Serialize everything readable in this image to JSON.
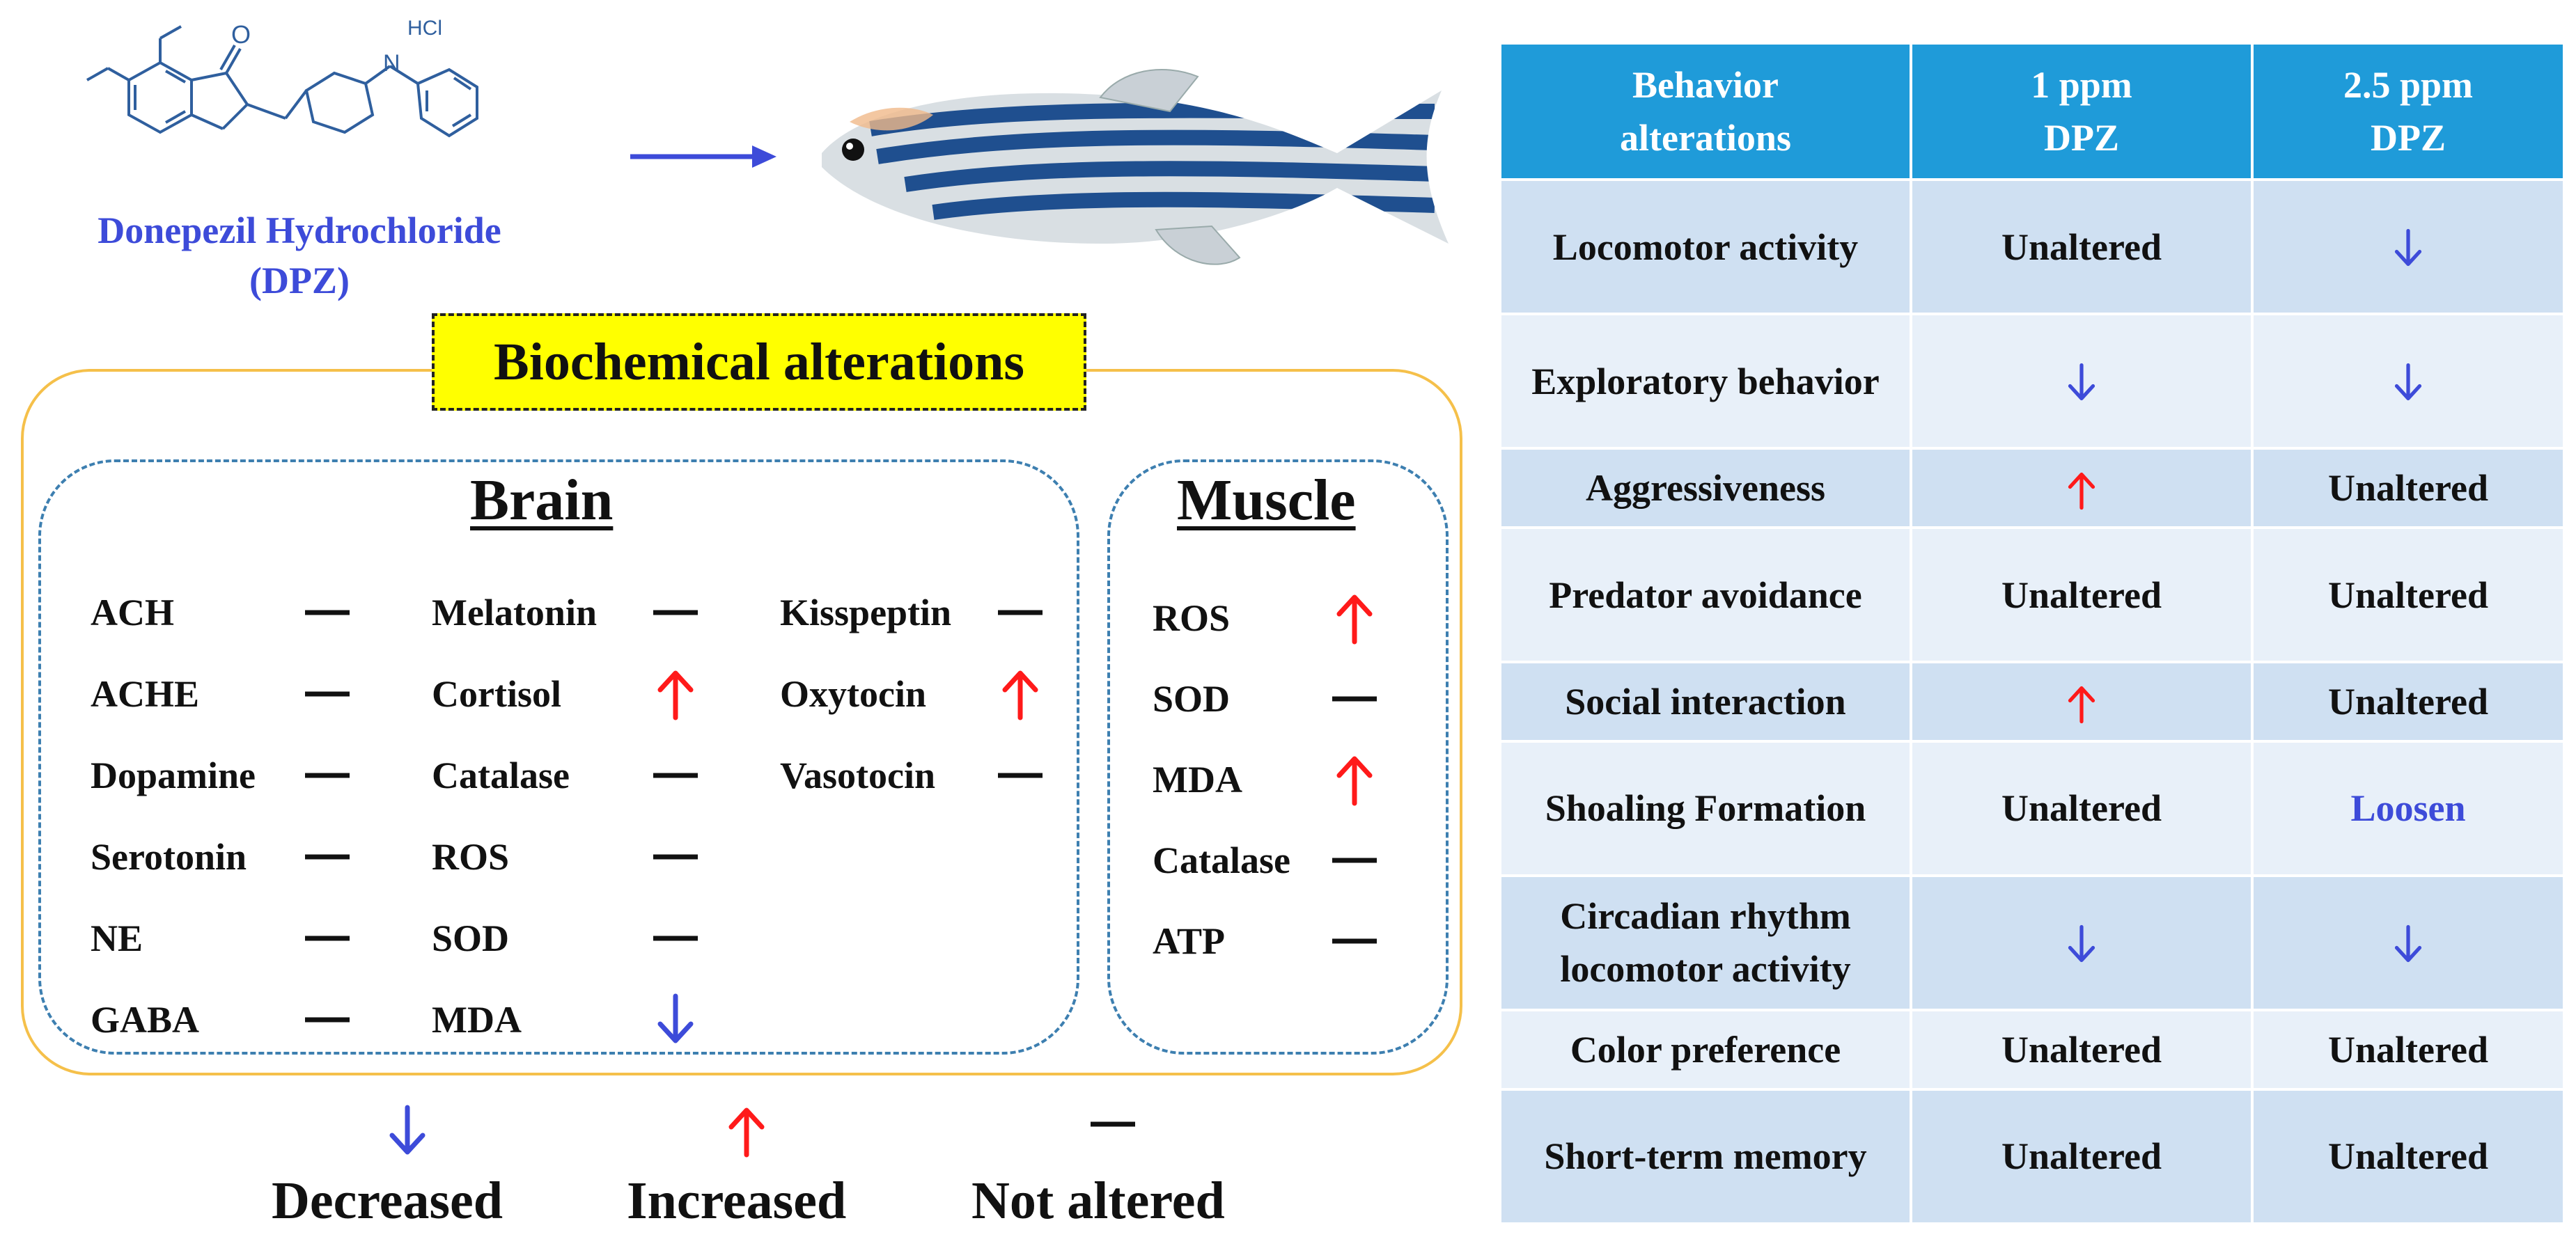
{
  "drug": {
    "salt_label": "HCl",
    "name_line1": "Donepezil Hydrochloride",
    "name_line2": "(DPZ)"
  },
  "colors": {
    "decrease": "#3d4bd9",
    "increase": "#ff1a1a",
    "unchanged": "#111111",
    "header_bg": "#1f9bd9",
    "row_dark": "#cfe0f2",
    "row_light": "#e8f0f9",
    "frame": "#f5c04a",
    "panel_border": "#3d7fb0",
    "title_bg": "#ffff00"
  },
  "biochemical": {
    "title": "Biochemical alterations",
    "brain": {
      "title": "Brain",
      "columns": [
        [
          {
            "name": "ACH",
            "change": "not-altered"
          },
          {
            "name": "ACHE",
            "change": "not-altered"
          },
          {
            "name": "Dopamine",
            "change": "not-altered"
          },
          {
            "name": "Serotonin",
            "change": "not-altered"
          },
          {
            "name": "NE",
            "change": "not-altered"
          },
          {
            "name": "GABA",
            "change": "not-altered"
          }
        ],
        [
          {
            "name": "Melatonin",
            "change": "not-altered"
          },
          {
            "name": "Cortisol",
            "change": "increased"
          },
          {
            "name": "Catalase",
            "change": "not-altered"
          },
          {
            "name": "ROS",
            "change": "not-altered"
          },
          {
            "name": "SOD",
            "change": "not-altered"
          },
          {
            "name": "MDA",
            "change": "decreased"
          }
        ],
        [
          {
            "name": "Kisspeptin",
            "change": "not-altered"
          },
          {
            "name": "Oxytocin",
            "change": "increased"
          },
          {
            "name": "Vasotocin",
            "change": "not-altered"
          }
        ]
      ]
    },
    "muscle": {
      "title": "Muscle",
      "items": [
        {
          "name": "ROS",
          "change": "increased"
        },
        {
          "name": "SOD",
          "change": "not-altered"
        },
        {
          "name": "MDA",
          "change": "increased"
        },
        {
          "name": "Catalase",
          "change": "not-altered"
        },
        {
          "name": "ATP",
          "change": "not-altered"
        }
      ]
    }
  },
  "legend": {
    "decreased": "Decreased",
    "increased": "Increased",
    "not_altered": "Not altered"
  },
  "behavior_table": {
    "headers": [
      "Behavior\nalterations",
      "1 ppm\nDPZ",
      "2.5 ppm\nDPZ"
    ],
    "rows": [
      {
        "behavior": "Locomotor activity",
        "ppm1": "Unaltered",
        "ppm2_5": "decreased"
      },
      {
        "behavior": "Exploratory behavior",
        "ppm1": "decreased",
        "ppm2_5": "decreased"
      },
      {
        "behavior": "Aggressiveness",
        "ppm1": "increased",
        "ppm2_5": "Unaltered"
      },
      {
        "behavior": "Predator avoidance",
        "ppm1": "Unaltered",
        "ppm2_5": "Unaltered"
      },
      {
        "behavior": "Social interaction",
        "ppm1": "increased",
        "ppm2_5": "Unaltered"
      },
      {
        "behavior": "Shoaling Formation",
        "ppm1": "Unaltered",
        "ppm2_5": "Loosen"
      },
      {
        "behavior": "Circadian rhythm locomotor activity",
        "ppm1": "decreased",
        "ppm2_5": "decreased"
      },
      {
        "behavior": "Color preference",
        "ppm1": "Unaltered",
        "ppm2_5": "Unaltered"
      },
      {
        "behavior": "Short-term memory",
        "ppm1": "Unaltered",
        "ppm2_5": "Unaltered"
      }
    ]
  }
}
